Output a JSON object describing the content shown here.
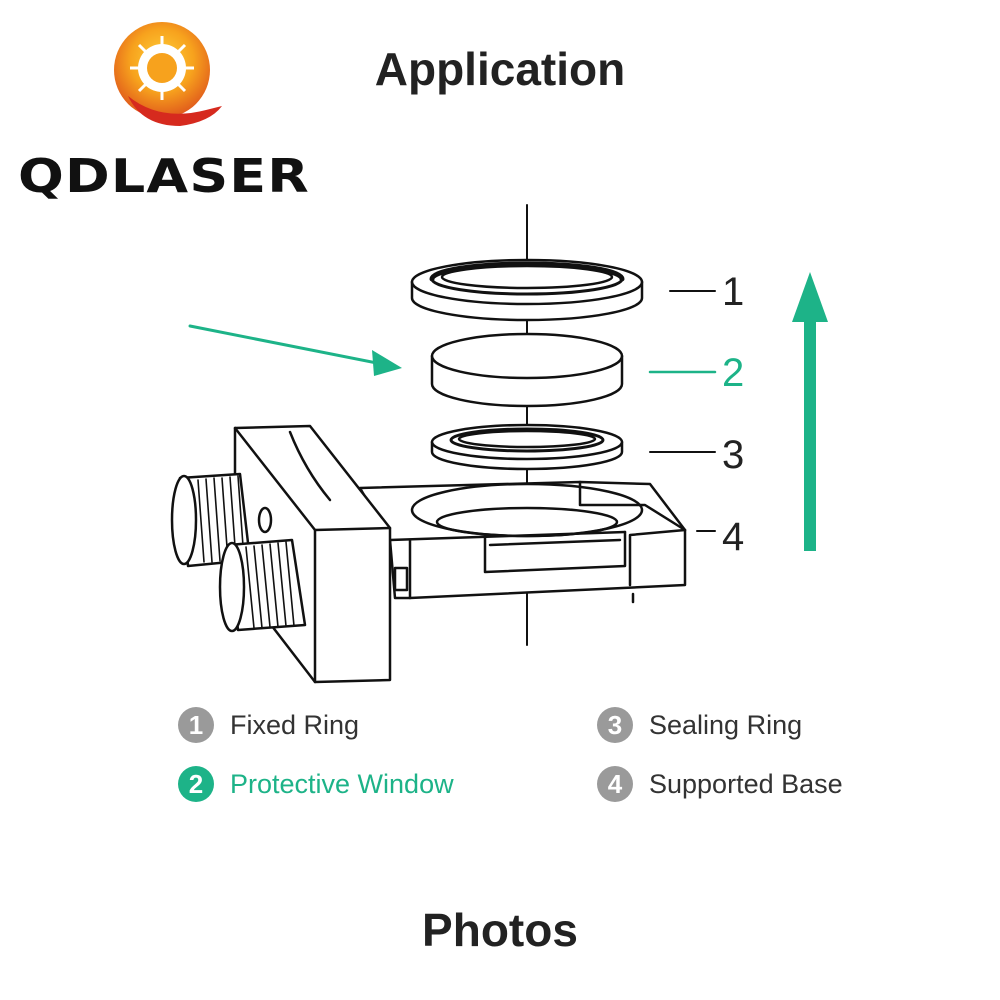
{
  "logo": {
    "text": "QDLASER",
    "colors": {
      "orange": "#f39a1e",
      "red": "#d62a1e",
      "text": "#111111"
    }
  },
  "title": "Application",
  "callouts": [
    "1",
    "2",
    "3",
    "4"
  ],
  "legend": [
    {
      "num": "1",
      "label": "Fixed Ring",
      "highlighted": false
    },
    {
      "num": "2",
      "label": "Protective Window",
      "highlighted": true
    },
    {
      "num": "3",
      "label": "Sealing Ring",
      "highlighted": false
    },
    {
      "num": "4",
      "label": "Supported Base",
      "highlighted": false
    }
  ],
  "photos_heading": "Photos",
  "colors": {
    "accent": "#1db388",
    "line": "#111111",
    "badge": "#9a9a9a"
  },
  "icons": [
    "sun-logo-icon",
    "green-pointer-arrow-icon",
    "green-up-arrow-icon"
  ]
}
